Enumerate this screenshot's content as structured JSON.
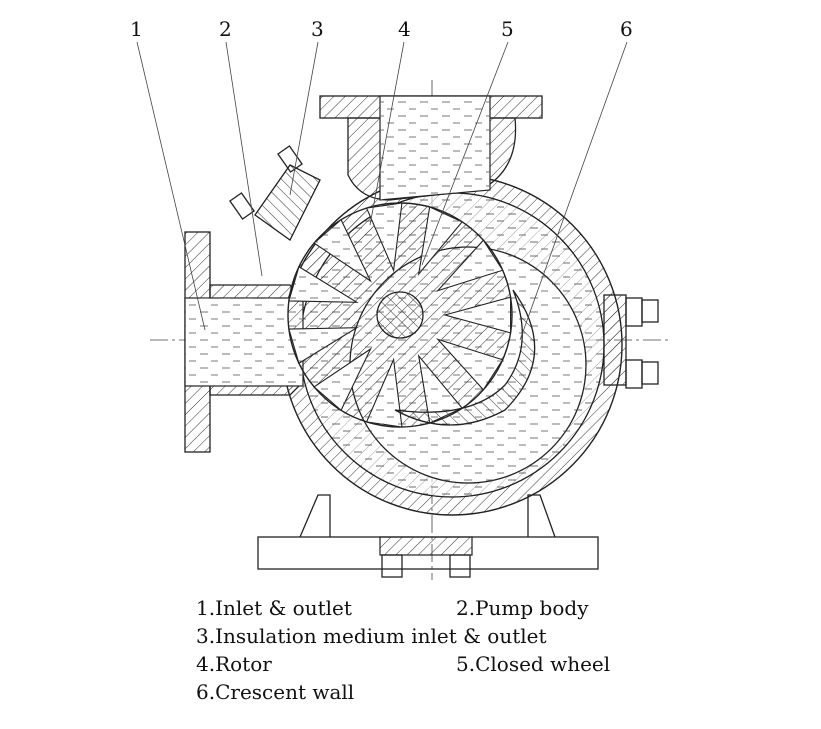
{
  "diagram": {
    "callouts": [
      "1",
      "2",
      "3",
      "4",
      "5",
      "6"
    ],
    "legend": {
      "inlet_outlet": "1.Inlet & outlet",
      "pump_body": "2.Pump body",
      "insulation": "3.Insulation medium inlet & outlet",
      "rotor": "4.Rotor",
      "closed_wheel": "5.Closed wheel",
      "crescent_wall": "6.Crescent wall"
    },
    "colors": {
      "line": "#222222",
      "background": "#ffffff"
    }
  }
}
